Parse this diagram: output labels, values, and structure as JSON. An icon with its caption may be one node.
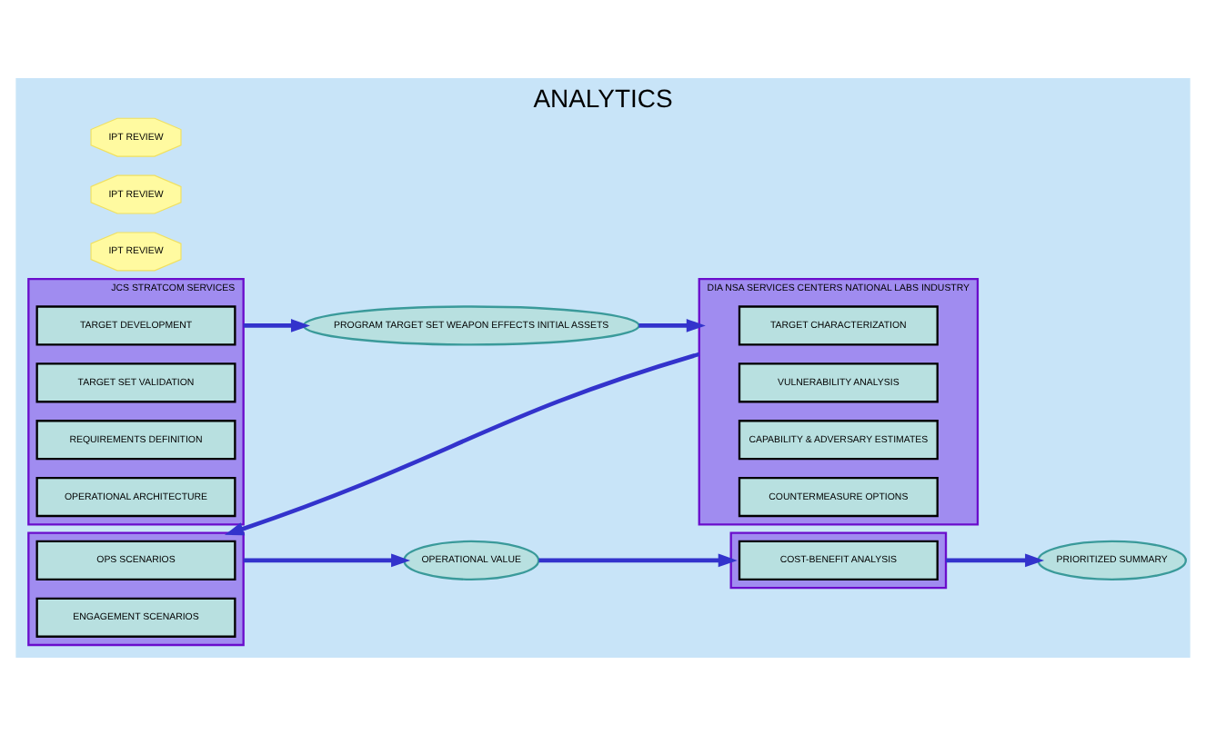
{
  "diagram": {
    "title": "ANALYTICS",
    "nodes": [
      {
        "text": [
          "JCS STRATCOM SERVICES"
        ]
      },
      {
        "text": [
          "TARGET DEVELOPMENT"
        ],
        "in": 0
      },
      {
        "text": [
          "TARGET SET VALIDATION"
        ],
        "in": 0
      },
      {
        "text": [
          "REQUIREMENTS DEFINITION"
        ],
        "in": 0
      },
      {
        "text": [
          "OPERATIONAL ARCHITECTURE"
        ],
        "in": 0
      },
      {
        "text": [
          "PROGRAM TARGET SET WEAPON EFFECTS INITIAL ASSETS"
        ]
      },
      {
        "text": [
          "IPT REVIEW"
        ]
      },
      {
        "text": [
          "DIA NSA SERVICES CENTERS NATIONAL LABS INDUSTRY"
        ]
      },
      {
        "text": [
          "TARGET CHARACTERIZATION"
        ],
        "in": 7
      },
      {
        "text": [
          "VULNERABILITY ANALYSIS"
        ],
        "in": 7
      },
      {
        "text": [
          "CAPABILITY & ADVERSARY ESTIMATES"
        ],
        "in": 7
      },
      {
        "text": [
          "COUNTERMEASURE OPTIONS"
        ],
        "in": 7
      },
      {
        "text": [
          "IPT REVIEW"
        ]
      },
      {
        "text": [],
        "shape": "box"
      },
      {
        "text": [
          "OPS SCENARIOS"
        ],
        "in": 13
      },
      {
        "text": [
          "ENGAGEMENT SCENARIOS"
        ],
        "in": 13
      },
      {
        "text": [
          "OPERATIONAL VALUE"
        ]
      },
      {
        "text": [
          "IPT REVIEW"
        ]
      },
      {
        "text": [],
        "shape": "box"
      },
      {
        "text": [
          "COST-BENEFIT ANALYSIS"
        ],
        "in": 18
      },
      {
        "text": [
          "PRIORITIZED SUMMARY"
        ]
      }
    ],
    "edges": [
      {
        "from": 0,
        "to": 5,
        "arrow": "to"
      },
      {
        "from": 5,
        "to": 7,
        "arrow": "to"
      },
      {
        "from": 7,
        "to": 13,
        "arrow": "to"
      },
      {
        "from": 13,
        "to": 16,
        "arrow": "to"
      },
      {
        "from": 16,
        "to": 18,
        "arrow": "to"
      },
      {
        "from": 18,
        "to": 20,
        "arrow": "to"
      }
    ]
  }
}
